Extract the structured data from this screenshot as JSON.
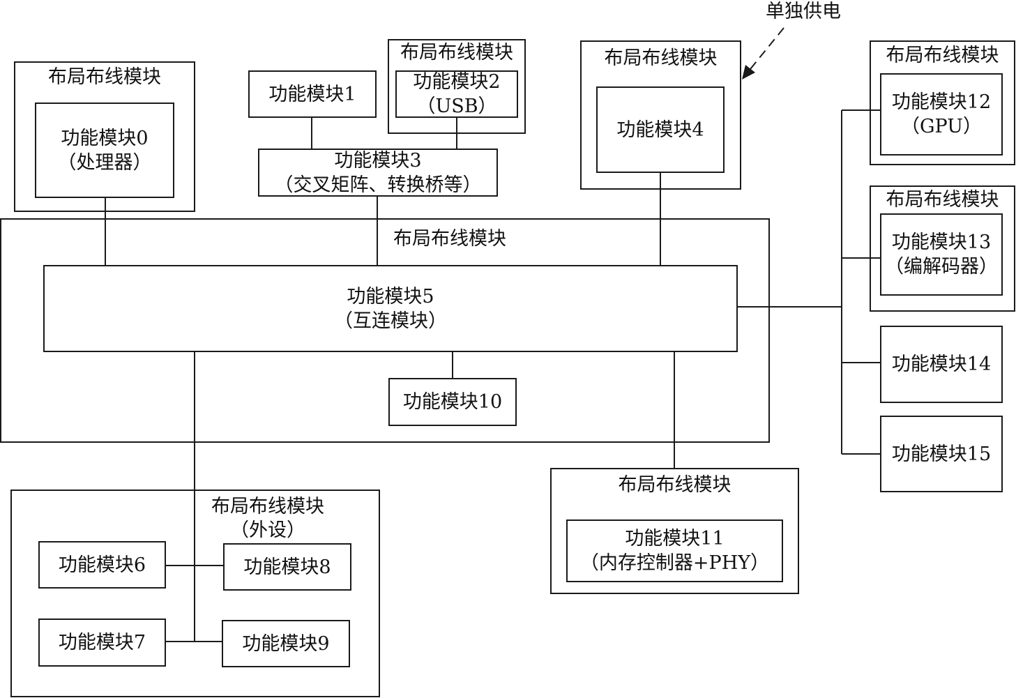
{
  "labels": {
    "layout_block": "布局布线模块",
    "separate_power": "单独供电"
  },
  "modules": {
    "m0": {
      "name": "功能模块0",
      "sub": "（处理器）"
    },
    "m1": {
      "name": "功能模块1"
    },
    "m2": {
      "name": "功能模块2",
      "sub": "（USB）"
    },
    "m3": {
      "name": "功能模块3",
      "sub": "（交叉矩阵、转换桥等）"
    },
    "m4": {
      "name": "功能模块4"
    },
    "m5": {
      "name": "功能模块5",
      "sub": "（互连模块）"
    },
    "m6": {
      "name": "功能模块6"
    },
    "m7": {
      "name": "功能模块7"
    },
    "m8": {
      "name": "功能模块8"
    },
    "m9": {
      "name": "功能模块9"
    },
    "m10": {
      "name": "功能模块10"
    },
    "m11": {
      "name": "功能模块11",
      "sub": "（内存控制器+PHY）"
    },
    "m12": {
      "name": "功能模块12",
      "sub": "（GPU）"
    },
    "m13": {
      "name": "功能模块13",
      "sub": "（编解码器）"
    },
    "m14": {
      "name": "功能模块14"
    },
    "m15": {
      "name": "功能模块15"
    }
  },
  "peripheral_group": {
    "title": "布局布线模块",
    "sub": "（外设）"
  }
}
